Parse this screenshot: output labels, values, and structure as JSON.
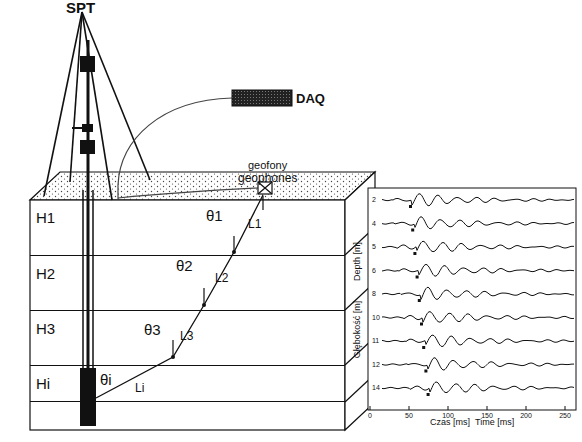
{
  "diagram": {
    "nodes": [
      {
        "text": [
          "DAQ"
        ]
      },
      {
        "text": [
          "H1"
        ]
      },
      {
        "text": [
          "H2"
        ]
      },
      {
        "text": [
          "H3"
        ]
      },
      {
        "text": [
          "Hi"
        ]
      }
    ],
    "labels": [
      "SPT",
      "geofony",
      "geophones",
      "θ1",
      "L1",
      "θ2",
      "L2",
      "θ3",
      "L3",
      "θi",
      "Li",
      "Głębokość [m]",
      "Depth [m]",
      "Czas [ms]",
      "Time [ms]",
      "2",
      "4",
      "5",
      "6",
      "8",
      "10",
      "11",
      "12",
      "14",
      "0",
      "50",
      "100",
      "150",
      "200",
      "250"
    ]
  }
}
